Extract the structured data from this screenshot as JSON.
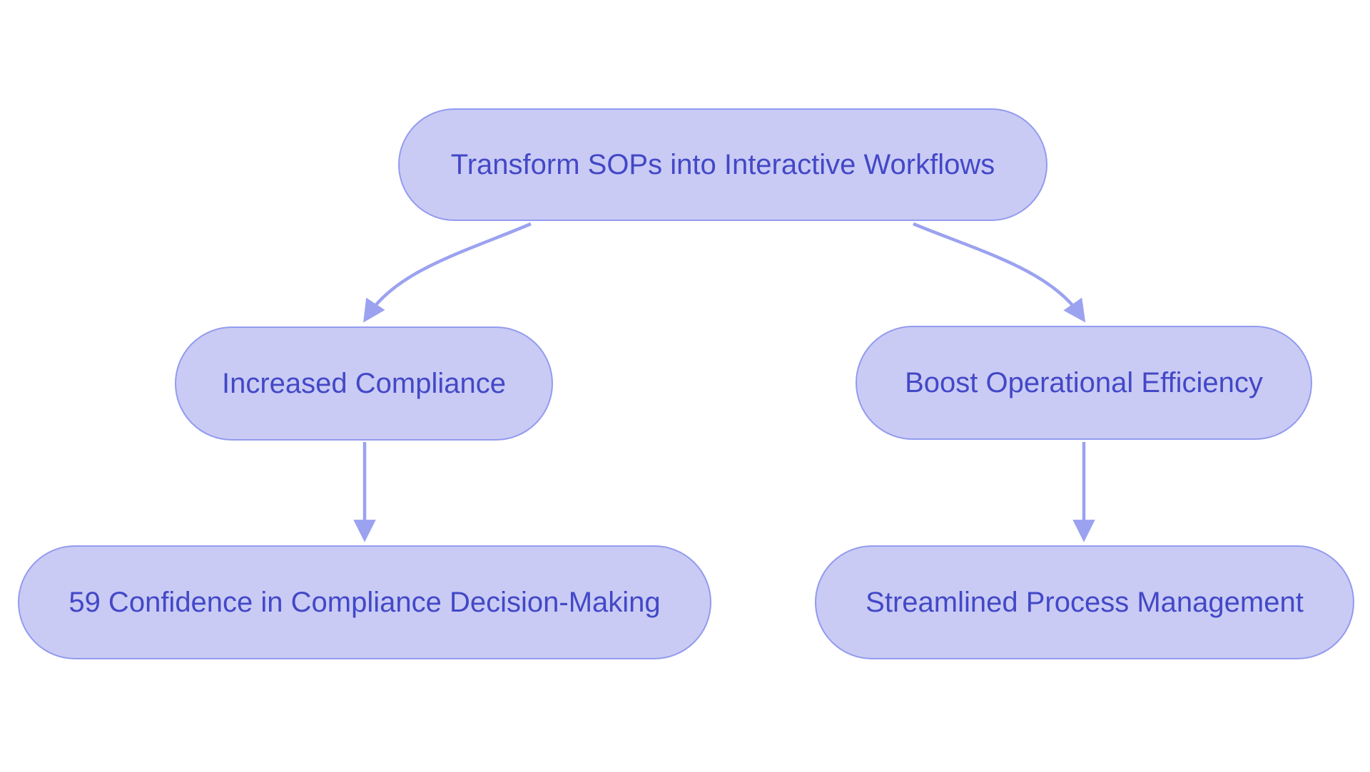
{
  "diagram": {
    "type": "flowchart-top-down",
    "background": "#ffffff",
    "theme": {
      "node_fill": "#c9cbf5",
      "node_border": "#939bee",
      "node_text": "#4348c6",
      "edge_color": "#9ba2f0"
    },
    "nodes": [
      {
        "id": "root",
        "label": "Transform SOPs into Interactive Workflows"
      },
      {
        "id": "compliance",
        "label": "Increased Compliance"
      },
      {
        "id": "efficiency",
        "label": "Boost Operational Efficiency"
      },
      {
        "id": "confidence",
        "label": "59 Confidence in Compliance Decision-Making"
      },
      {
        "id": "process",
        "label": "Streamlined Process Management"
      }
    ],
    "edges": [
      {
        "from": "root",
        "to": "compliance"
      },
      {
        "from": "root",
        "to": "efficiency"
      },
      {
        "from": "compliance",
        "to": "confidence"
      },
      {
        "from": "efficiency",
        "to": "process"
      }
    ]
  }
}
